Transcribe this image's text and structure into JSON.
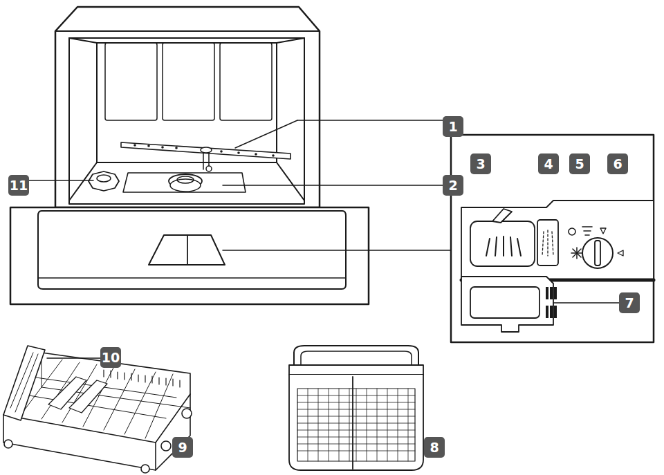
{
  "diagram": {
    "labels": [
      "1",
      "11",
      "2",
      "3",
      "4",
      "5",
      "6",
      "7",
      "10",
      "9",
      "8"
    ]
  }
}
